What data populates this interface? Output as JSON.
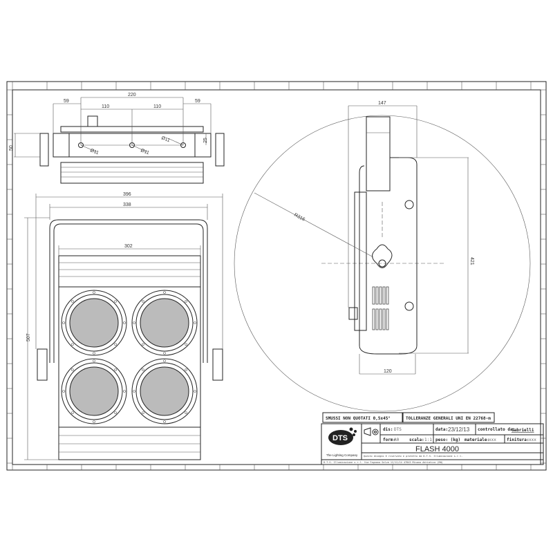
{
  "drawing": {
    "title": "FLASH 4000",
    "company": {
      "logo_text": "DTS",
      "tagline": "The Lighting Company"
    },
    "notes": {
      "chamfers": "SMUSSI NON QUOTATI 0,5x45°",
      "tolerances": "TOLLERANZE GENERALI UNI EN 22768-m"
    },
    "fields": {
      "dis_label": "dis:",
      "dis_value": "DTS",
      "data_label": "data:",
      "data_value": "23/12/13",
      "controllato_label": "controllato da:",
      "controllato_value": "Gabrielli",
      "form_label": "form:",
      "form_value": "A0",
      "scala_label": "scala:",
      "scala_value": "1:1",
      "peso_label": "peso: (kg)",
      "materiale_label": "materiale:",
      "materiale_value": "xxx",
      "finitura_label": "finitura:",
      "finitura_value": "xxx"
    },
    "disclaimer": "Questo disegno è riservato e protetto da D.T.S. Illuminazione s.r.l.",
    "address": "D.T.S. Illuminazione s.r.l. Via Fagnano Selve 12/12/14 47843 Misano Adriatico (RN)"
  },
  "dimensions": {
    "top_view": {
      "d220": "220",
      "d110a": "110",
      "d110b": "110",
      "d59a": "59",
      "d59b": "59",
      "d50": "50",
      "d25": "25",
      "hole1": "Ø11",
      "hole2": "Ø11",
      "hole3": "Ø11"
    },
    "front_view": {
      "d396": "396",
      "d338": "338",
      "d302": "302",
      "d507": "507"
    },
    "side_view": {
      "d147": "147",
      "d120": "120",
      "d421": "421",
      "radius": "R316"
    }
  }
}
